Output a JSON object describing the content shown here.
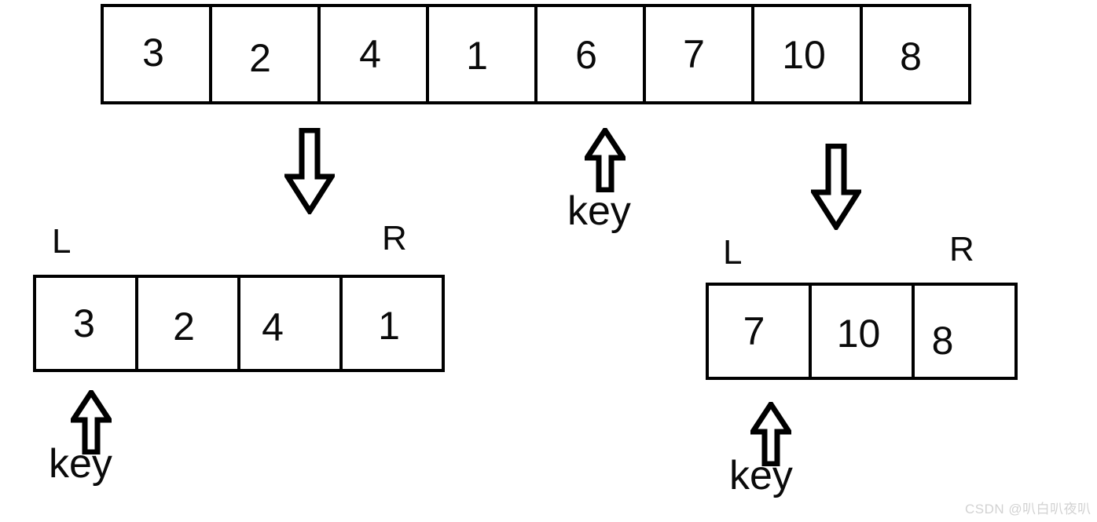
{
  "diagram": {
    "type": "quicksort-partition-step",
    "background_color": "#ffffff",
    "stroke_color": "#000000",
    "text_color": "#0a0a0a"
  },
  "top_array": {
    "name": "original-array",
    "values": [
      "3",
      "2",
      "4",
      "1",
      "6",
      "7",
      "10",
      "8"
    ],
    "pivot_index": 4,
    "pivot_value": "6"
  },
  "left_subarray": {
    "name": "left-partition",
    "values": [
      "3",
      "2",
      "4",
      "1"
    ],
    "left_label": "L",
    "right_label": "R",
    "pivot_index": 0,
    "pivot_value": "3"
  },
  "right_subarray": {
    "name": "right-partition",
    "values": [
      "7",
      "10",
      "8"
    ],
    "left_label": "L",
    "right_label": "R",
    "pivot_index": 0,
    "pivot_value": "7"
  },
  "annotations": {
    "key_top": "key",
    "key_left": "key",
    "key_right": "key",
    "arrow_split_left": "down-arrow-icon",
    "arrow_split_right": "down-arrow-icon",
    "arrow_key_top": "up-arrow-icon",
    "arrow_key_left": "up-arrow-icon",
    "arrow_key_right": "up-arrow-icon"
  },
  "watermark": {
    "text": "CSDN @叭白叭夜叭",
    "color": "#d2d2d2"
  }
}
